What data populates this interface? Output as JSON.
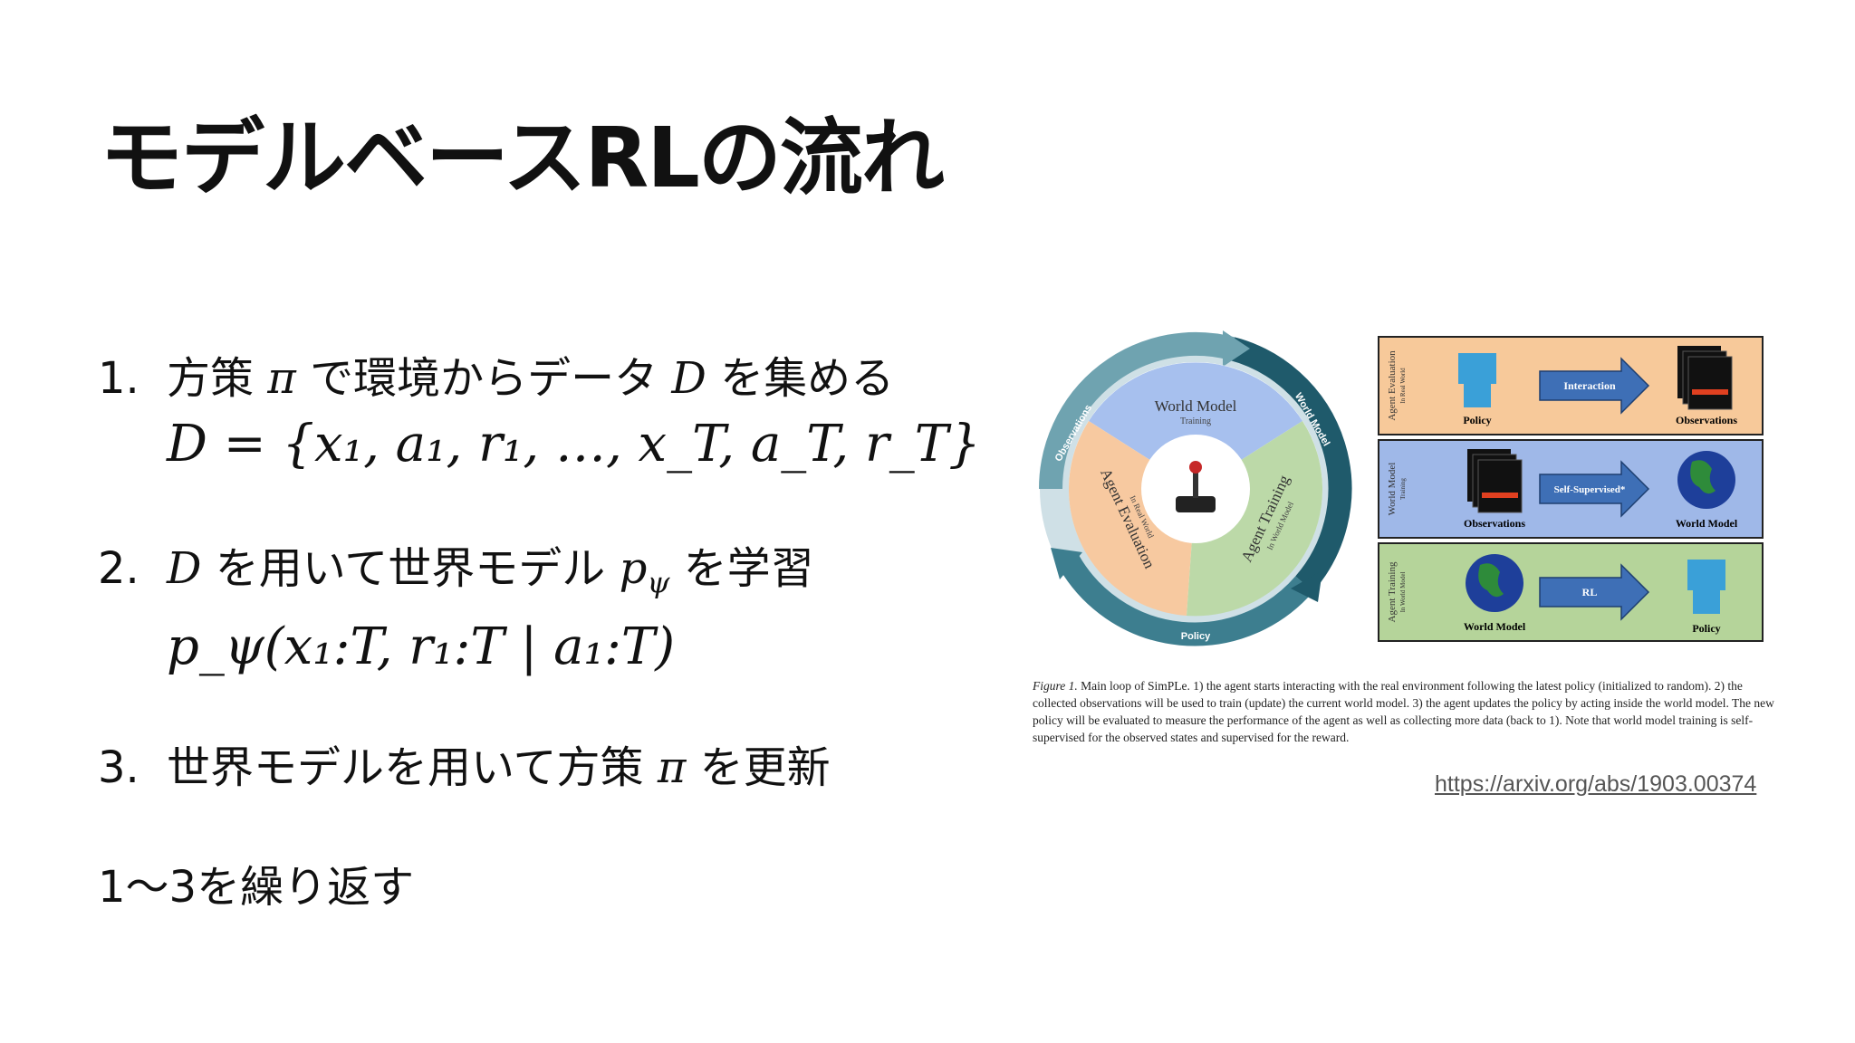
{
  "title": "モデルベースRLの流れ",
  "steps": [
    {
      "num": "1.",
      "text_a": "方策",
      "sym": "π",
      "text_b": "で環境からデータ",
      "sym2": "D",
      "text_c": "を集める"
    },
    {
      "num": "2.",
      "sym": "D",
      "text_a": "を用いて世界モデル",
      "sym2": "p",
      "sub": "ψ",
      "text_b": "を学習"
    },
    {
      "num": "3.",
      "text_a": "世界モデルを用いて方策",
      "sym": "π",
      "text_b": "を更新"
    }
  ],
  "formula1": "D = {x₁, a₁, r₁, …, x_T, a_T, r_T}",
  "formula2": "p_ψ(x₁:T, r₁:T | a₁:T)",
  "repeat": "1～3を繰り返す",
  "figure": {
    "cycle": {
      "world_model": "World Model",
      "world_model_sub": "Training",
      "agent_eval": "Agent Evaluation",
      "agent_eval_sub": "In Real World",
      "agent_train": "Agent Training",
      "agent_train_sub": "In World Model",
      "ring_observations": "Observations",
      "ring_world_model": "World Model",
      "ring_policy": "Policy"
    },
    "panels": [
      {
        "side": "Agent Evaluation",
        "side_sub": "In Real World",
        "left": "Policy",
        "arrow": "Interaction",
        "right": "Observations",
        "color": "#f7c99a"
      },
      {
        "side": "World Model",
        "side_sub": "Training",
        "left": "Observations",
        "arrow": "Self-Supervised*",
        "right": "World Model",
        "color": "#9fb8e8"
      },
      {
        "side": "Agent Training",
        "side_sub": "In World Model",
        "left": "World Model",
        "arrow": "RL",
        "right": "Policy",
        "color": "#b5d49a"
      }
    ],
    "colors": {
      "arrow": "#3e6fb6",
      "ring_dark": "#1f5a6b",
      "ring_light": "#6fa3b0"
    }
  },
  "caption": {
    "label": "Figure 1.",
    "text": "Main loop of SimPLe. 1) the agent starts interacting with the real environment following the latest policy (initialized to random). 2) the collected observations will be used to train (update) the current world model. 3) the agent updates the policy by acting inside the world model. The new policy will be evaluated to measure the performance of the agent as well as collecting more data (back to 1). Note that world model training is self-supervised for the observed states and supervised for the reward."
  },
  "link": "https://arxiv.org/abs/1903.00374"
}
